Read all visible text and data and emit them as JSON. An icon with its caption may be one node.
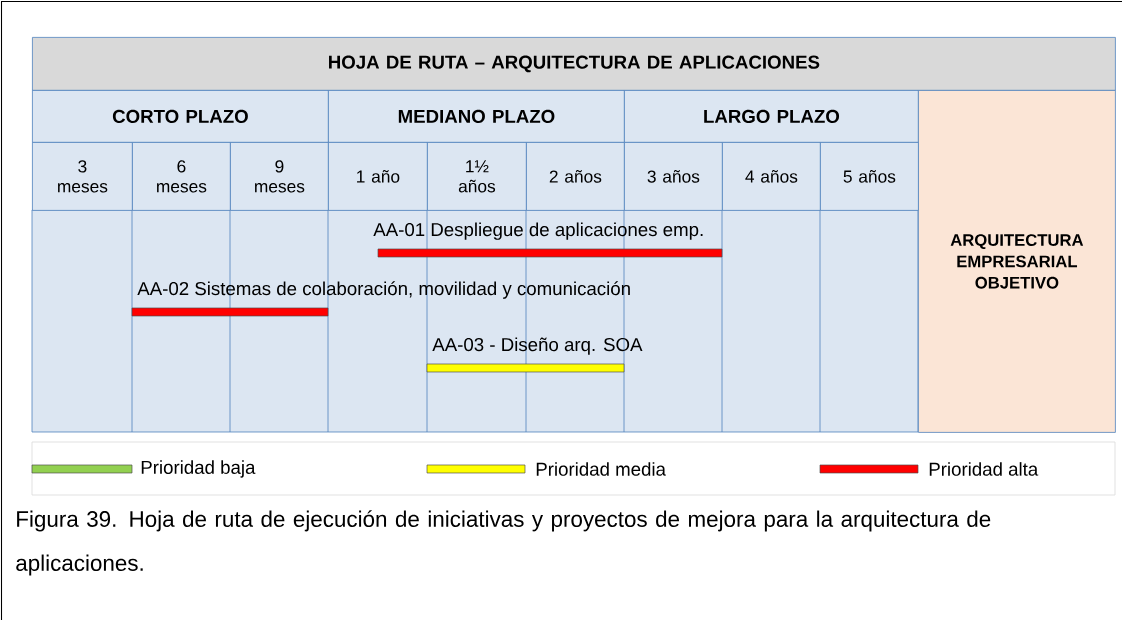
{
  "diagram": {
    "nodes": [
      {
        "text": [
          "HOJA DE RUTA – ARQUITECTURA DE APLICACIONES"
        ]
      },
      {
        "text": [
          "CORTO PLAZO"
        ]
      },
      {
        "text": [
          "MEDIANO PLAZO"
        ]
      },
      {
        "text": [
          "LARGO PLAZO"
        ]
      },
      {
        "text": [
          "ARQUITECTURA EMPRESARIAL OBJETIVO"
        ]
      },
      {
        "text": [
          "3 meses"
        ]
      },
      {
        "text": [
          "6 meses"
        ]
      },
      {
        "text": [
          "9 meses"
        ]
      },
      {
        "text": [
          "1 año"
        ]
      },
      {
        "text": [
          "1½ años"
        ]
      },
      {
        "text": [
          "2 años"
        ]
      },
      {
        "text": [
          "3 años"
        ]
      },
      {
        "text": [
          "4 años"
        ]
      },
      {
        "text": [
          "5 años"
        ]
      },
      {
        "text": [
          "AA-01 Despliegue de aplicaciones emp."
        ]
      },
      {
        "text": [
          "AA-02 Sistemas de colaboración, movilidad y comunicación"
        ]
      },
      {
        "text": [
          "AA-03 - Diseño arq. SOA"
        ]
      }
    ],
    "legend": [
      {
        "text": "Prioridad baja",
        "color": "#92d050"
      },
      {
        "text": "Prioridad media",
        "color": "#ffff00"
      },
      {
        "text": "Prioridad alta",
        "color": "#ff0000"
      }
    ],
    "caption": "Figura 39. Hoja de ruta de ejecución de iniciativas y proyectos de mejora para la arquitectura de aplicaciones."
  }
}
